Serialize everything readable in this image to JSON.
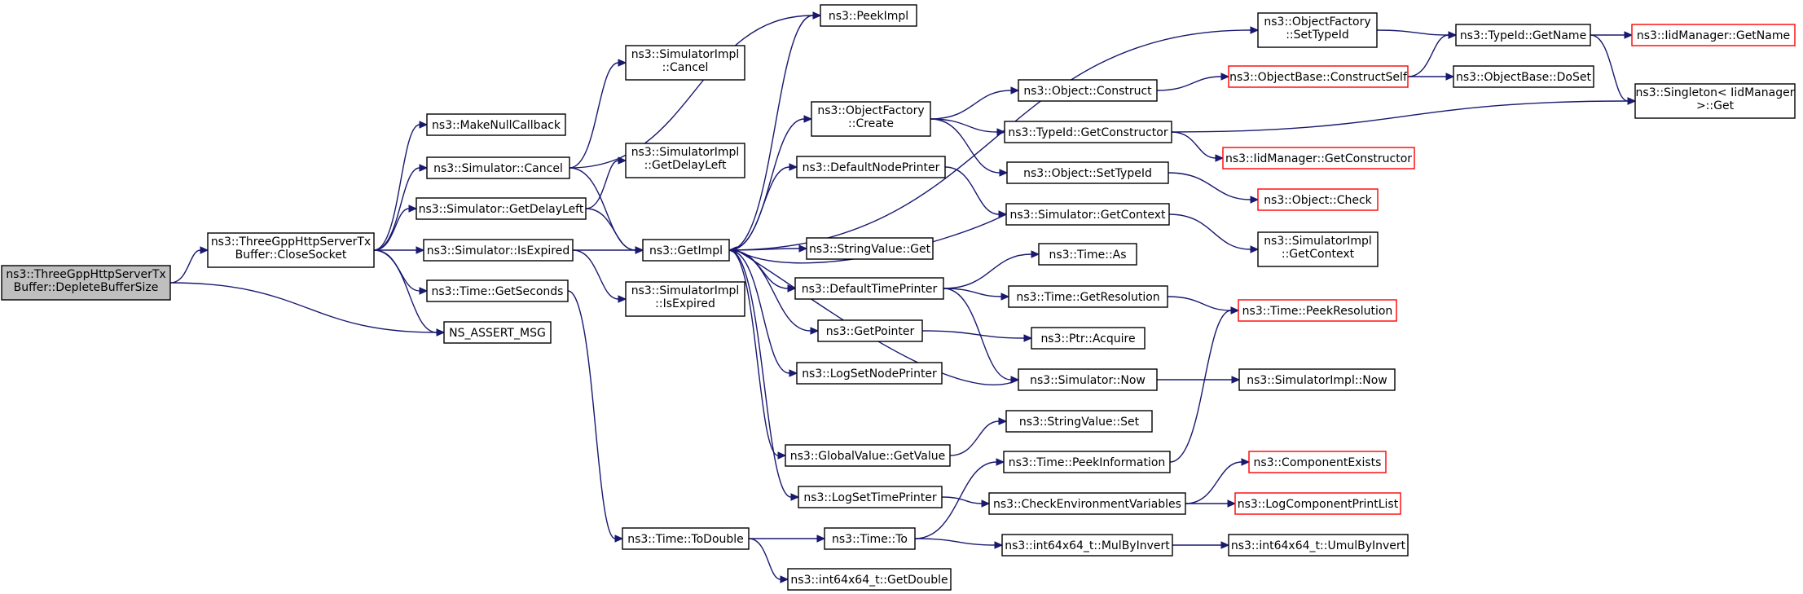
{
  "nodes": [
    {
      "id": "root",
      "lines": [
        "ns3::ThreeGppHttpServerTx",
        "Buffer::DepleteBufferSize"
      ],
      "style": "root"
    },
    {
      "id": "close",
      "lines": [
        "ns3::ThreeGppHttpServerTx",
        "Buffer::CloseSocket"
      ],
      "style": "normal"
    },
    {
      "id": "nsassert",
      "lines": [
        "NS_ASSERT_MSG"
      ],
      "style": "normal"
    },
    {
      "id": "makenull",
      "lines": [
        "ns3::MakeNullCallback"
      ],
      "style": "normal"
    },
    {
      "id": "simcancel",
      "lines": [
        "ns3::Simulator::Cancel"
      ],
      "style": "normal"
    },
    {
      "id": "simdelay",
      "lines": [
        "ns3::Simulator::GetDelayLeft"
      ],
      "style": "normal"
    },
    {
      "id": "simexpired",
      "lines": [
        "ns3::Simulator::IsExpired"
      ],
      "style": "normal"
    },
    {
      "id": "timeseconds",
      "lines": [
        "ns3::Time::GetSeconds"
      ],
      "style": "normal"
    },
    {
      "id": "implcancel",
      "lines": [
        "ns3::SimulatorImpl",
        "::Cancel"
      ],
      "style": "normal"
    },
    {
      "id": "impldelay",
      "lines": [
        "ns3::SimulatorImpl",
        "::GetDelayLeft"
      ],
      "style": "normal"
    },
    {
      "id": "implexpired",
      "lines": [
        "ns3::SimulatorImpl",
        "::IsExpired"
      ],
      "style": "normal"
    },
    {
      "id": "timetodouble",
      "lines": [
        "ns3::Time::ToDouble"
      ],
      "style": "normal"
    },
    {
      "id": "peekimpl",
      "lines": [
        "ns3::PeekImpl"
      ],
      "style": "normal"
    },
    {
      "id": "getimpl",
      "lines": [
        "ns3::GetImpl"
      ],
      "style": "normal"
    },
    {
      "id": "ofcreate",
      "lines": [
        "ns3::ObjectFactory",
        "::Create"
      ],
      "style": "normal"
    },
    {
      "id": "defnodeprinter",
      "lines": [
        "ns3::DefaultNodePrinter"
      ],
      "style": "normal"
    },
    {
      "id": "stringget",
      "lines": [
        "ns3::StringValue::Get"
      ],
      "style": "normal"
    },
    {
      "id": "deftimeprinter",
      "lines": [
        "ns3::DefaultTimePrinter"
      ],
      "style": "normal"
    },
    {
      "id": "getpointer",
      "lines": [
        "ns3::GetPointer"
      ],
      "style": "normal"
    },
    {
      "id": "logsetnode",
      "lines": [
        "ns3::LogSetNodePrinter"
      ],
      "style": "normal"
    },
    {
      "id": "gvgetvalue",
      "lines": [
        "ns3::GlobalValue::GetValue"
      ],
      "style": "normal"
    },
    {
      "id": "logsettime",
      "lines": [
        "ns3::LogSetTimePrinter"
      ],
      "style": "normal"
    },
    {
      "id": "timeto",
      "lines": [
        "ns3::Time::To"
      ],
      "style": "normal"
    },
    {
      "id": "int64getdouble",
      "lines": [
        "ns3::int64x64_t::GetDouble"
      ],
      "style": "normal"
    },
    {
      "id": "ofsettypeid",
      "lines": [
        "ns3::ObjectFactory",
        "::SetTypeId"
      ],
      "style": "normal"
    },
    {
      "id": "objconstruct",
      "lines": [
        "ns3::Object::Construct"
      ],
      "style": "normal"
    },
    {
      "id": "typeidgetctor",
      "lines": [
        "ns3::TypeId::GetConstructor"
      ],
      "style": "normal"
    },
    {
      "id": "objsettypeid",
      "lines": [
        "ns3::Object::SetTypeId"
      ],
      "style": "normal"
    },
    {
      "id": "simgetcontext",
      "lines": [
        "ns3::Simulator::GetContext"
      ],
      "style": "normal"
    },
    {
      "id": "timeas",
      "lines": [
        "ns3::Time::As"
      ],
      "style": "normal"
    },
    {
      "id": "timegetres",
      "lines": [
        "ns3::Time::GetResolution"
      ],
      "style": "normal"
    },
    {
      "id": "ptracquire",
      "lines": [
        "ns3::Ptr::Acquire"
      ],
      "style": "normal"
    },
    {
      "id": "simnow",
      "lines": [
        "ns3::Simulator::Now"
      ],
      "style": "normal"
    },
    {
      "id": "stringset",
      "lines": [
        "ns3::StringValue::Set"
      ],
      "style": "normal"
    },
    {
      "id": "timepeekinfo",
      "lines": [
        "ns3::Time::PeekInformation"
      ],
      "style": "normal"
    },
    {
      "id": "checkenv",
      "lines": [
        "ns3::CheckEnvironmentVariables"
      ],
      "style": "normal"
    },
    {
      "id": "mulbyinvert",
      "lines": [
        "ns3::int64x64_t::MulByInvert"
      ],
      "style": "normal"
    },
    {
      "id": "typeidgetname",
      "lines": [
        "ns3::TypeId::GetName"
      ],
      "style": "normal"
    },
    {
      "id": "obconstructself",
      "lines": [
        "ns3::ObjectBase::ConstructSelf"
      ],
      "style": "red"
    },
    {
      "id": "iidgetctor",
      "lines": [
        "ns3::IidManager::GetConstructor"
      ],
      "style": "red"
    },
    {
      "id": "objcheck",
      "lines": [
        "ns3::Object::Check"
      ],
      "style": "red"
    },
    {
      "id": "implgetcontext",
      "lines": [
        "ns3::SimulatorImpl",
        "::GetContext"
      ],
      "style": "normal"
    },
    {
      "id": "timepeekres",
      "lines": [
        "ns3::Time::PeekResolution"
      ],
      "style": "red"
    },
    {
      "id": "implnow",
      "lines": [
        "ns3::SimulatorImpl::Now"
      ],
      "style": "normal"
    },
    {
      "id": "compexists",
      "lines": [
        "ns3::ComponentExists"
      ],
      "style": "red"
    },
    {
      "id": "logcompprint",
      "lines": [
        "ns3::LogComponentPrintList"
      ],
      "style": "red"
    },
    {
      "id": "umulbyinvert",
      "lines": [
        "ns3::int64x64_t::UmulByInvert"
      ],
      "style": "normal"
    },
    {
      "id": "iidgetname",
      "lines": [
        "ns3::IidManager::GetName"
      ],
      "style": "red"
    },
    {
      "id": "obdoset",
      "lines": [
        "ns3::ObjectBase::DoSet"
      ],
      "style": "normal"
    },
    {
      "id": "singletonget",
      "lines": [
        "ns3::Singleton< IidManager",
        ">::Get"
      ],
      "style": "normal"
    }
  ],
  "edges": [
    [
      "root",
      "close"
    ],
    [
      "root",
      "nsassert"
    ],
    [
      "close",
      "makenull"
    ],
    [
      "close",
      "simcancel"
    ],
    [
      "close",
      "simdelay"
    ],
    [
      "close",
      "simexpired"
    ],
    [
      "close",
      "timeseconds"
    ],
    [
      "close",
      "nsassert"
    ],
    [
      "simcancel",
      "implcancel"
    ],
    [
      "simcancel",
      "peekimpl"
    ],
    [
      "simcancel",
      "getimpl"
    ],
    [
      "simdelay",
      "impldelay"
    ],
    [
      "simdelay",
      "getimpl"
    ],
    [
      "simexpired",
      "getimpl"
    ],
    [
      "simexpired",
      "implexpired"
    ],
    [
      "timeseconds",
      "timetodouble"
    ],
    [
      "getimpl",
      "peekimpl"
    ],
    [
      "getimpl",
      "ofcreate"
    ],
    [
      "getimpl",
      "ofsettypeid"
    ],
    [
      "getimpl",
      "defnodeprinter"
    ],
    [
      "getimpl",
      "stringget"
    ],
    [
      "getimpl",
      "deftimeprinter"
    ],
    [
      "getimpl",
      "getpointer"
    ],
    [
      "getimpl",
      "logsetnode"
    ],
    [
      "getimpl",
      "gvgetvalue"
    ],
    [
      "getimpl",
      "logsettime"
    ],
    [
      "simgetcontext",
      "getimpl"
    ],
    [
      "simnow",
      "getimpl"
    ],
    [
      "ofcreate",
      "objconstruct"
    ],
    [
      "ofcreate",
      "typeidgetctor"
    ],
    [
      "ofcreate",
      "objsettypeid"
    ],
    [
      "ofsettypeid",
      "typeidgetname"
    ],
    [
      "objconstruct",
      "obconstructself"
    ],
    [
      "obconstructself",
      "typeidgetname"
    ],
    [
      "obconstructself",
      "obdoset"
    ],
    [
      "typeidgetctor",
      "iidgetctor"
    ],
    [
      "typeidgetctor",
      "singletonget"
    ],
    [
      "typeidgetname",
      "iidgetname"
    ],
    [
      "typeidgetname",
      "singletonget"
    ],
    [
      "objsettypeid",
      "objcheck"
    ],
    [
      "defnodeprinter",
      "simgetcontext"
    ],
    [
      "simgetcontext",
      "implgetcontext"
    ],
    [
      "deftimeprinter",
      "timeas"
    ],
    [
      "deftimeprinter",
      "timegetres"
    ],
    [
      "deftimeprinter",
      "simnow"
    ],
    [
      "timegetres",
      "timepeekres"
    ],
    [
      "getpointer",
      "ptracquire"
    ],
    [
      "simnow",
      "implnow"
    ],
    [
      "gvgetvalue",
      "stringset"
    ],
    [
      "logsettime",
      "checkenv"
    ],
    [
      "timepeekinfo",
      "timepeekres"
    ],
    [
      "checkenv",
      "compexists"
    ],
    [
      "checkenv",
      "logcompprint"
    ],
    [
      "timetodouble",
      "timeto"
    ],
    [
      "timetodouble",
      "int64getdouble"
    ],
    [
      "timeto",
      "timepeekinfo"
    ],
    [
      "timeto",
      "mulbyinvert"
    ],
    [
      "mulbyinvert",
      "umulbyinvert"
    ]
  ]
}
